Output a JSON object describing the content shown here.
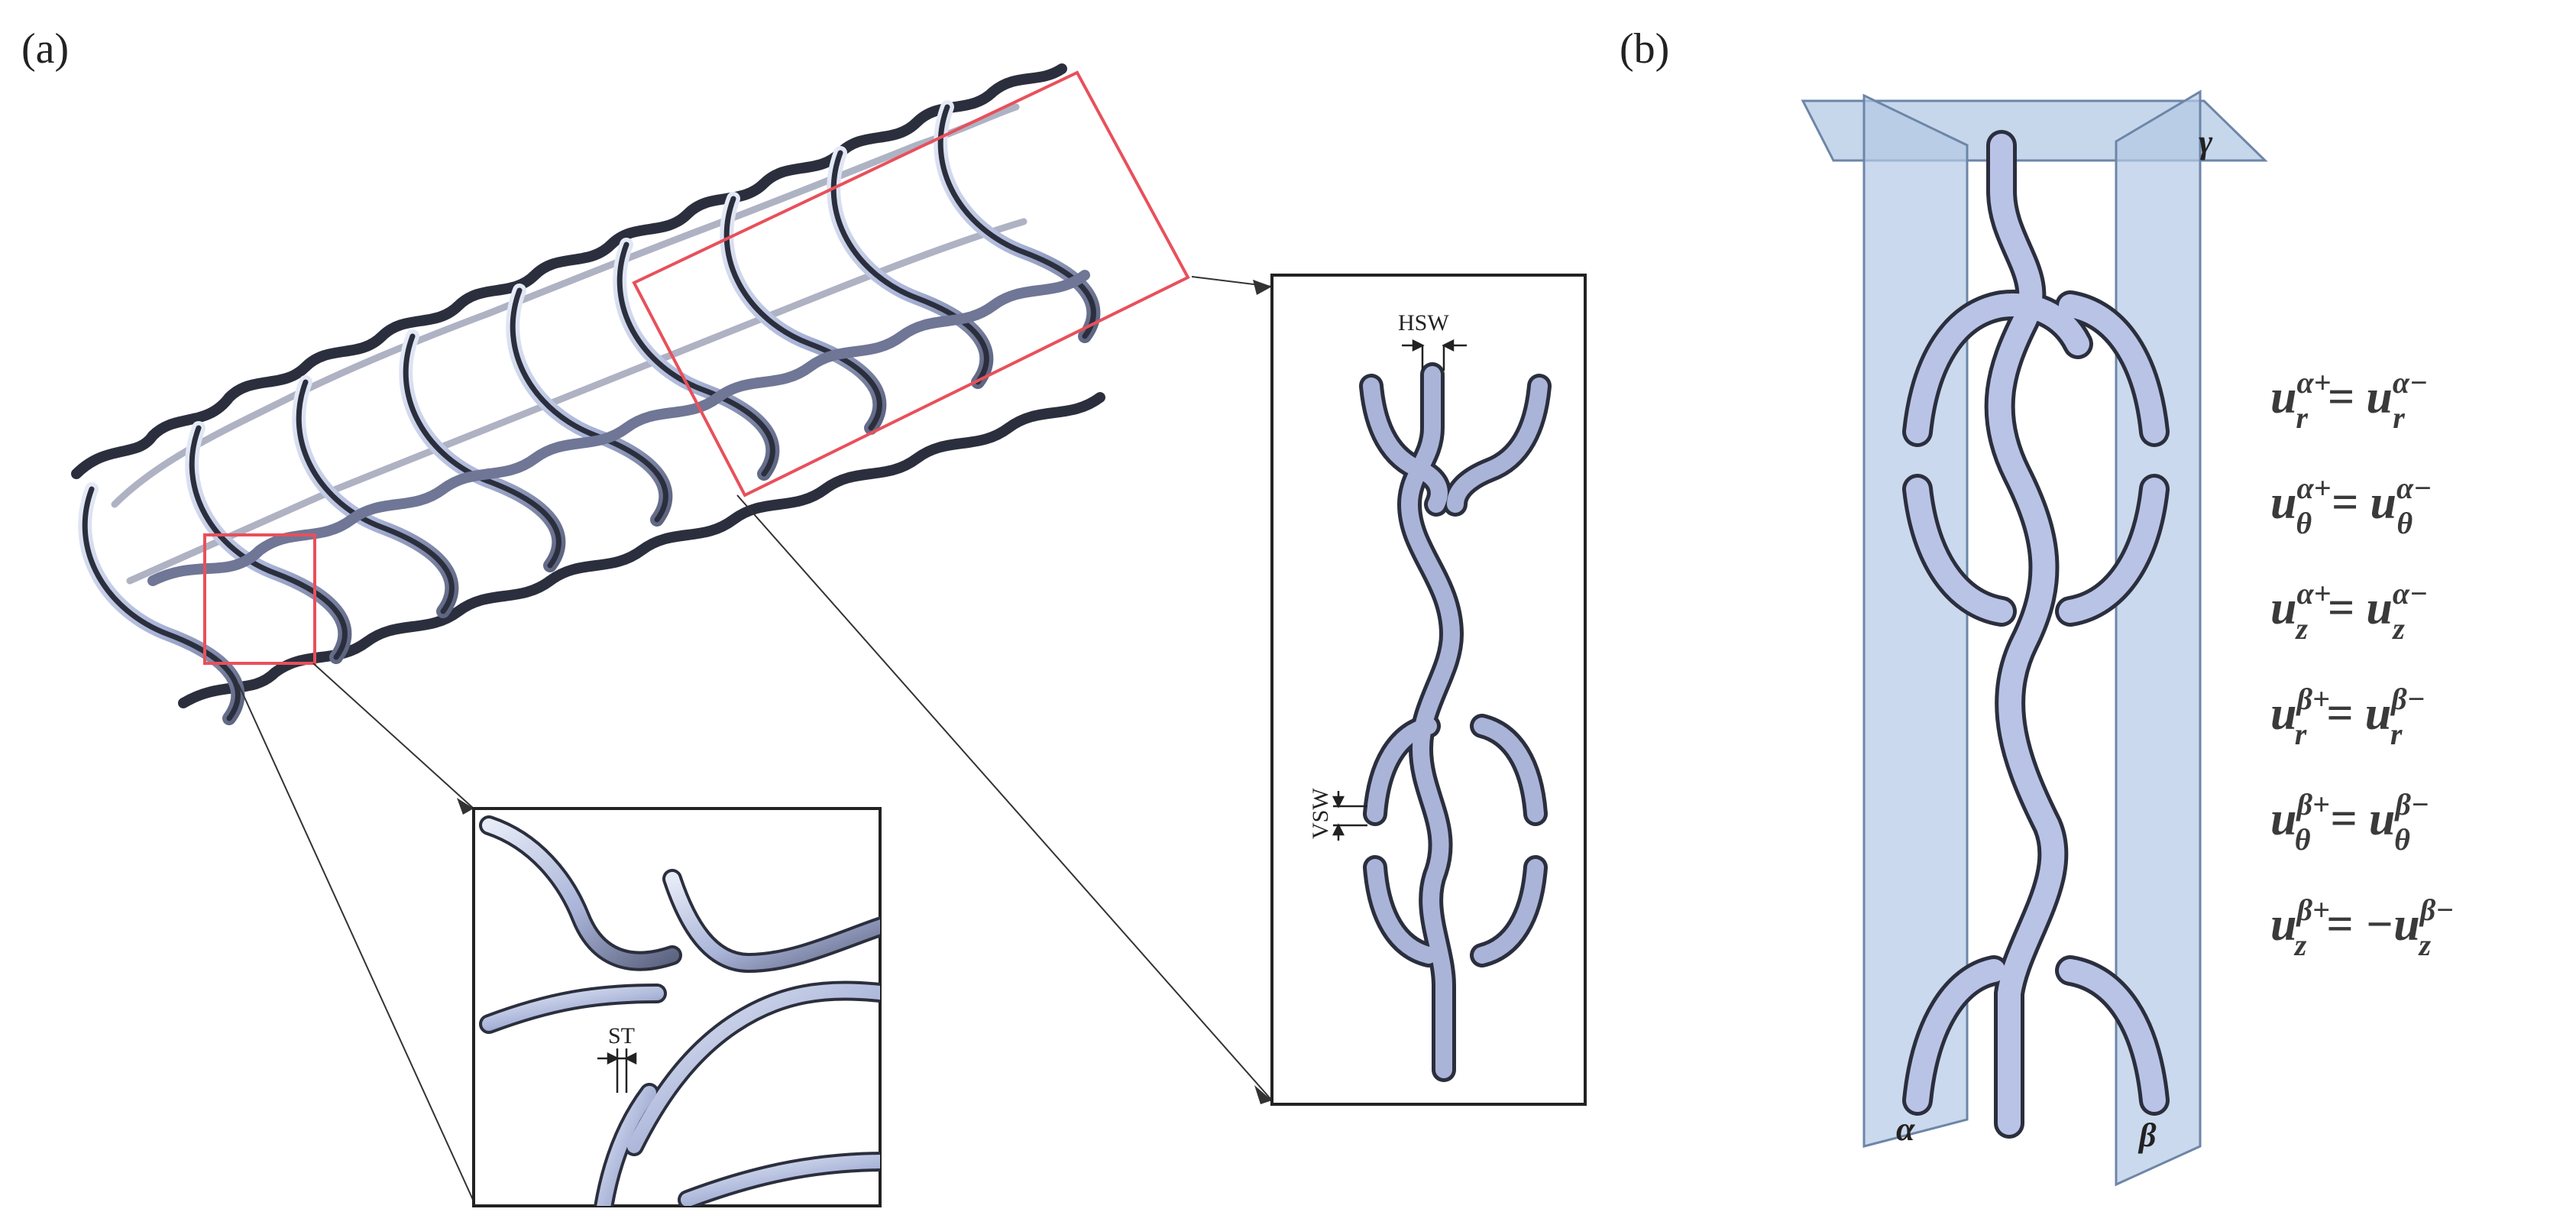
{
  "figure": {
    "panel_a_label": "(a)",
    "panel_b_label": "(b)",
    "dimensions": {
      "hsw": "HSW",
      "vsw": "VSW",
      "st": "ST"
    },
    "planes": {
      "alpha": "α",
      "beta": "β",
      "gamma": "γ"
    },
    "equations": [
      {
        "lhs_base": "u",
        "lhs_sup": "α+",
        "lhs_sub": "r",
        "op": " = ",
        "rhs_sign": "",
        "rhs_base": "u",
        "rhs_sup": "α−",
        "rhs_sub": "r"
      },
      {
        "lhs_base": "u",
        "lhs_sup": "α+",
        "lhs_sub": "θ",
        "op": " = ",
        "rhs_sign": "",
        "rhs_base": "u",
        "rhs_sup": "α−",
        "rhs_sub": "θ"
      },
      {
        "lhs_base": "u",
        "lhs_sup": "α+",
        "lhs_sub": "z",
        "op": " = ",
        "rhs_sign": "",
        "rhs_base": "u",
        "rhs_sup": "α−",
        "rhs_sub": "z"
      },
      {
        "lhs_base": "u",
        "lhs_sup": "β+",
        "lhs_sub": "r",
        "op": " = ",
        "rhs_sign": "",
        "rhs_base": "u",
        "rhs_sup": "β−",
        "rhs_sub": "r"
      },
      {
        "lhs_base": "u",
        "lhs_sup": "β+",
        "lhs_sub": "θ",
        "op": " = ",
        "rhs_sign": "",
        "rhs_base": "u",
        "rhs_sup": "β−",
        "rhs_sub": "θ"
      },
      {
        "lhs_base": "u",
        "lhs_sup": "β+",
        "lhs_sub": "z",
        "op": " = ",
        "rhs_sign": "−",
        "rhs_base": "u",
        "rhs_sup": "β−",
        "rhs_sub": "z"
      }
    ],
    "colors": {
      "strut_fill": "#a9b4d8",
      "strut_dark": "#5d6480",
      "highlight_box": "#e8505b",
      "plane_fill": "#b3c9e6",
      "outline": "#222222"
    }
  }
}
